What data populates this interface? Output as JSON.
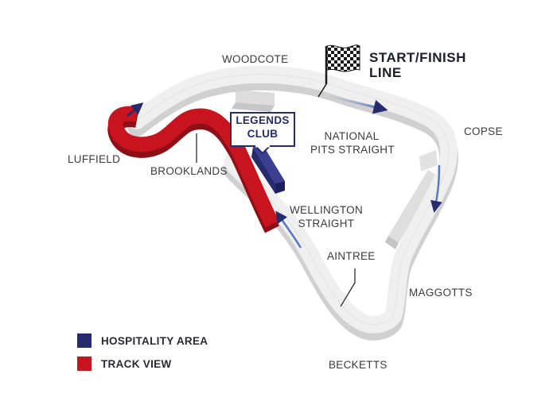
{
  "corners": {
    "woodcote": "WOODCOTE",
    "copse": "COPSE",
    "luffield": "LUFFIELD",
    "brooklands": "BROOKLANDS",
    "national_line1": "NATIONAL",
    "national_line2": "PITS STRAIGHT",
    "wellington_line1": "WELLINGTON",
    "wellington_line2": "STRAIGHT",
    "aintree": "AINTREE",
    "maggotts": "MAGGOTTS",
    "becketts": "BECKETTS"
  },
  "start_finish": {
    "line1": "START/FINISH",
    "line2": "LINE"
  },
  "legends_club": {
    "line1": "LEGENDS",
    "line2": "CLUB"
  },
  "legend": {
    "hospitality": {
      "label": "HOSPITALITY AREA",
      "color": "#262a6e"
    },
    "track_view": {
      "label": "TRACK VIEW",
      "color": "#c8141e"
    }
  },
  "colors": {
    "track_top": "#efefef",
    "track_side": "#d2d2d2",
    "highlight_top": "#c8141e",
    "highlight_side": "#8e0f15",
    "hospitality": "#2b2f7a",
    "direction_arrow": "#262a6e",
    "stand": "#dedede"
  },
  "icons": {
    "flag": "checkered-flag-icon",
    "arrow": "direction-arrow-icon"
  }
}
